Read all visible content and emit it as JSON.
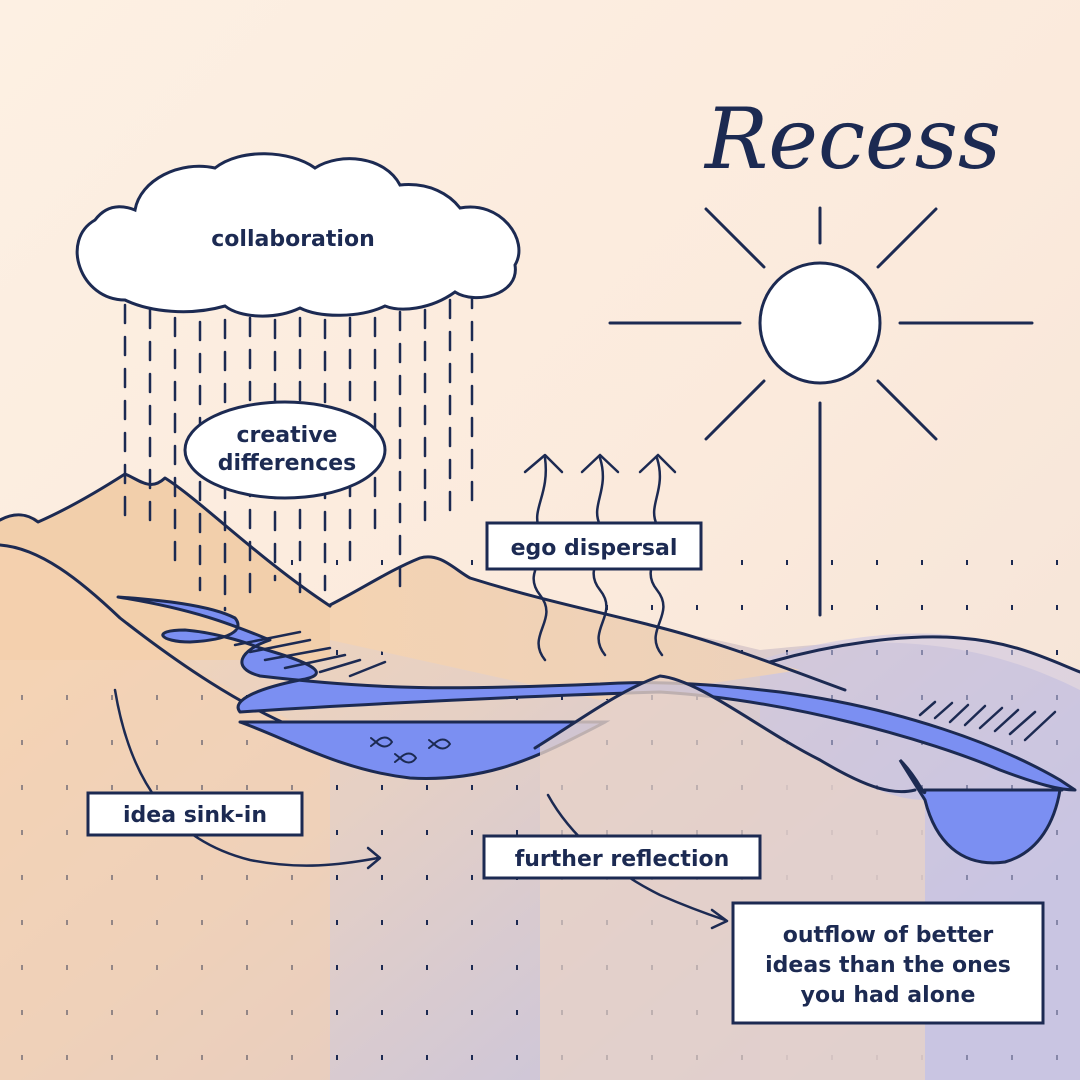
{
  "title": "Recess",
  "labels": {
    "collaboration": "collaboration",
    "creative_line1": "creative",
    "creative_line2": "differences",
    "ego_dispersal": "ego dispersal",
    "idea_sink_in": "idea sink-in",
    "further_reflection": "further reflection",
    "outflow_line1": "outflow of better",
    "outflow_line2": "ideas than the ones",
    "outflow_line3": "you had alone"
  },
  "colors": {
    "ink": "#1c2a52",
    "water": "#7b8ff2",
    "sky": "#fcede0",
    "land": "#f2d6b8",
    "land_far": "#c9c4e0"
  }
}
